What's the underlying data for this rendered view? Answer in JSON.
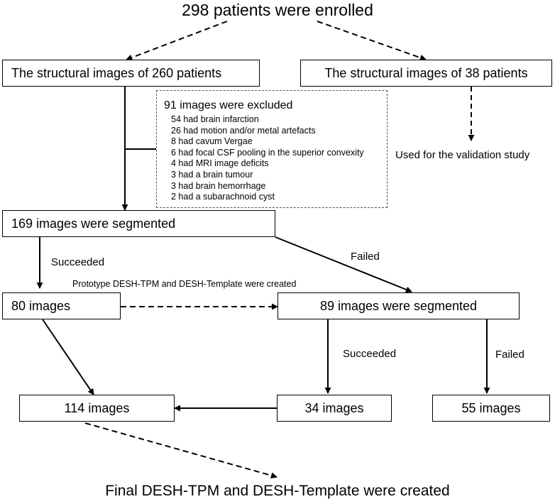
{
  "diagram": {
    "enrolled": "298 patients were enrolled",
    "box_260": "The structural images of 260 patients",
    "box_38": "The structural images of 38 patients",
    "validation": "Used for the validation study",
    "excluded": {
      "title": "91 images were excluded",
      "items": [
        "54 had brain infarction",
        "26 had motion and/or metal artefacts",
        "8 had cavum Vergae",
        "6 had focal CSF pooling in the superior convexity",
        "4 had MRI image deficits",
        "3 had a brain tumour",
        "3 had brain hemorrhage",
        "2 had a subarachnoid cyst"
      ]
    },
    "box_169": "169  images were segmented",
    "succeeded_1": "Succeeded",
    "failed_1": "Failed",
    "prototype": "Prototype DESH-TPM and DESH-Template were created",
    "box_80": "80 images",
    "box_89": "89 images were segmented",
    "succeeded_2": "Succeeded",
    "failed_2": "Failed",
    "box_114": "114  images",
    "box_34": "34 images",
    "box_55": "55 images",
    "final": "Final DESH-TPM and DESH-Template were created"
  }
}
